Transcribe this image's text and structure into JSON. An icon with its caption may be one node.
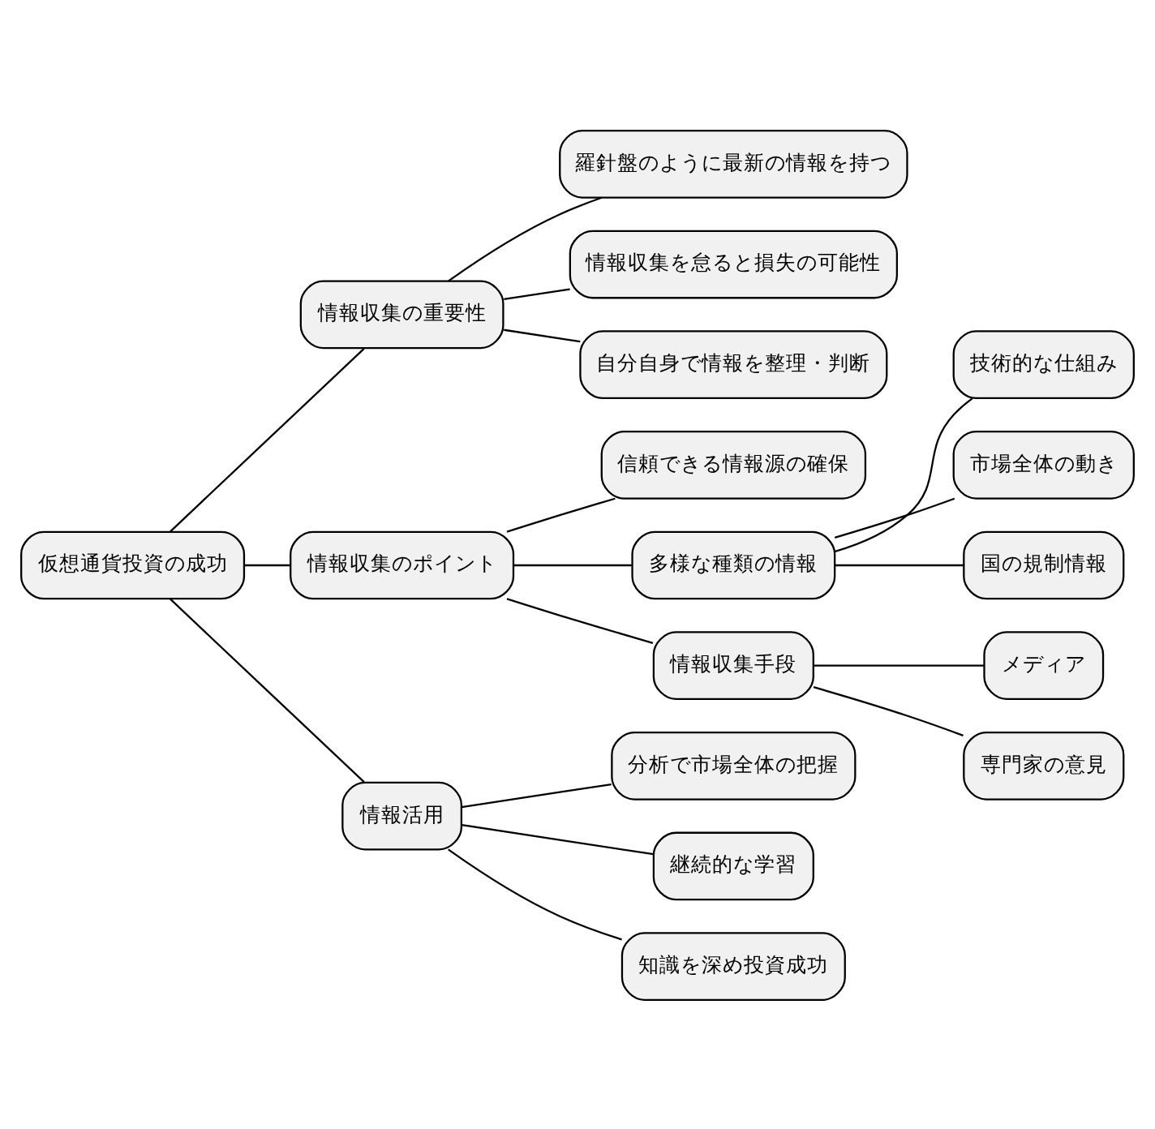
{
  "diagram": {
    "nodes": [
      {
        "text": [
          "仮想通貨投資の成功"
        ]
      },
      {
        "text": [
          "情報収集の重要性"
        ]
      },
      {
        "text": [
          "羅針盤のように最新の情報を持つ"
        ]
      },
      {
        "text": [
          "情報収集を怠ると損失の可能性"
        ]
      },
      {
        "text": [
          "自分自身で情報を整理・判断"
        ]
      },
      {
        "text": [
          "情報収集のポイント"
        ]
      },
      {
        "text": [
          "信頼できる情報源の確保"
        ]
      },
      {
        "text": [
          "多様な種類の情報"
        ]
      },
      {
        "text": [
          "技術的な仕組み"
        ]
      },
      {
        "text": [
          "市場全体の動き"
        ]
      },
      {
        "text": [
          "国の規制情報"
        ]
      },
      {
        "text": [
          "情報収集手段"
        ]
      },
      {
        "text": [
          "メディア"
        ]
      },
      {
        "text": [
          "専門家の意見"
        ]
      },
      {
        "text": [
          "情報活用"
        ]
      },
      {
        "text": [
          "分析で市場全体の把握"
        ]
      },
      {
        "text": [
          "継続的な学習"
        ]
      },
      {
        "text": [
          "知識を深め投資成功"
        ]
      }
    ],
    "edges": [
      {
        "from": 0,
        "to": 1,
        "arrow": "none"
      },
      {
        "from": 1,
        "to": 2,
        "arrow": "none"
      },
      {
        "from": 1,
        "to": 3,
        "arrow": "none"
      },
      {
        "from": 1,
        "to": 4,
        "arrow": "none"
      },
      {
        "from": 0,
        "to": 5,
        "arrow": "none"
      },
      {
        "from": 5,
        "to": 6,
        "arrow": "none"
      },
      {
        "from": 5,
        "to": 7,
        "arrow": "none"
      },
      {
        "from": 7,
        "to": 8,
        "arrow": "none"
      },
      {
        "from": 7,
        "to": 9,
        "arrow": "none"
      },
      {
        "from": 7,
        "to": 10,
        "arrow": "none"
      },
      {
        "from": 5,
        "to": 11,
        "arrow": "none"
      },
      {
        "from": 11,
        "to": 12,
        "arrow": "none"
      },
      {
        "from": 11,
        "to": 13,
        "arrow": "none"
      },
      {
        "from": 0,
        "to": 14,
        "arrow": "none"
      },
      {
        "from": 14,
        "to": 15,
        "arrow": "none"
      },
      {
        "from": 14,
        "to": 16,
        "arrow": "none"
      },
      {
        "from": 14,
        "to": 17,
        "arrow": "none"
      }
    ]
  }
}
